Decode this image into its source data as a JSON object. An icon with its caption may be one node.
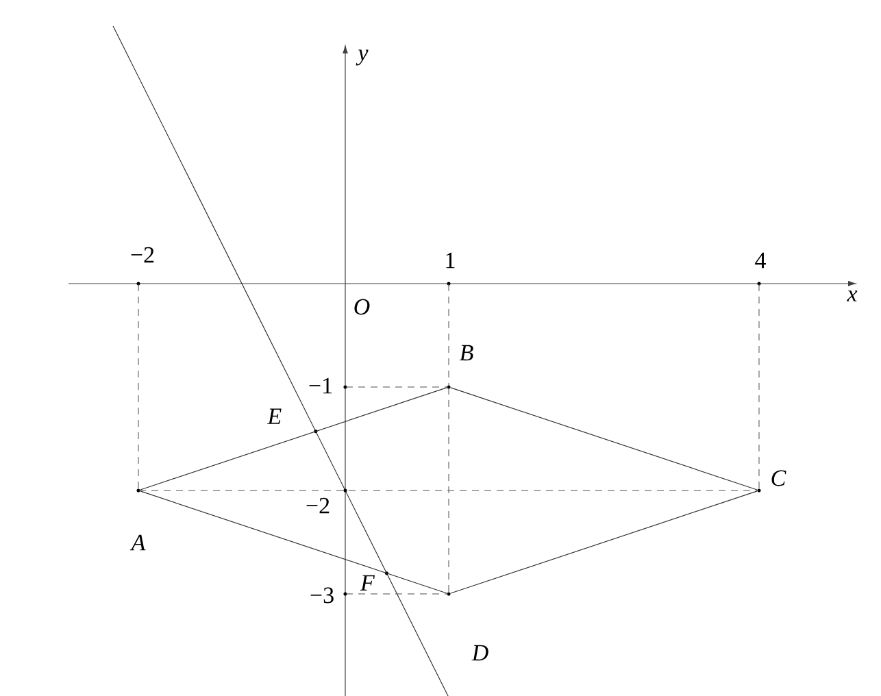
{
  "diagram": {
    "nodes": [
      {
        "text": [
          "A"
        ]
      },
      {
        "text": [
          "B"
        ]
      },
      {
        "text": [
          "C"
        ]
      },
      {
        "text": [
          "D"
        ]
      },
      {
        "text": [
          "E"
        ]
      },
      {
        "text": [
          "F"
        ]
      },
      {
        "text": [
          "−2"
        ]
      },
      {
        "text": [
          "1"
        ]
      },
      {
        "text": [
          "4"
        ]
      },
      {
        "text": [
          "−1"
        ]
      },
      {
        "text": [
          "−2"
        ]
      },
      {
        "text": [
          "−3"
        ]
      }
    ],
    "edges": [
      {
        "from": 0,
        "to": 1,
        "arrow": "none"
      },
      {
        "from": 1,
        "to": 2,
        "arrow": "none"
      },
      {
        "from": 2,
        "to": 3,
        "arrow": "none"
      },
      {
        "from": 3,
        "to": 0,
        "arrow": "none"
      },
      {
        "from": 0,
        "to": 2,
        "arrow": "none",
        "style": "dashed"
      },
      {
        "from": 1,
        "to": 3,
        "arrow": "none",
        "style": "dashed"
      },
      {
        "from": 6,
        "to": 0,
        "arrow": "none",
        "style": "dashed"
      },
      {
        "from": 7,
        "to": 1,
        "arrow": "none",
        "style": "dashed"
      },
      {
        "from": 8,
        "to": 2,
        "arrow": "none",
        "style": "dashed"
      },
      {
        "from": 9,
        "to": 1,
        "arrow": "none",
        "style": "dashed"
      },
      {
        "from": 11,
        "to": 3,
        "arrow": "none",
        "style": "dashed"
      }
    ],
    "labels": [
      "y",
      "O",
      "x"
    ]
  }
}
